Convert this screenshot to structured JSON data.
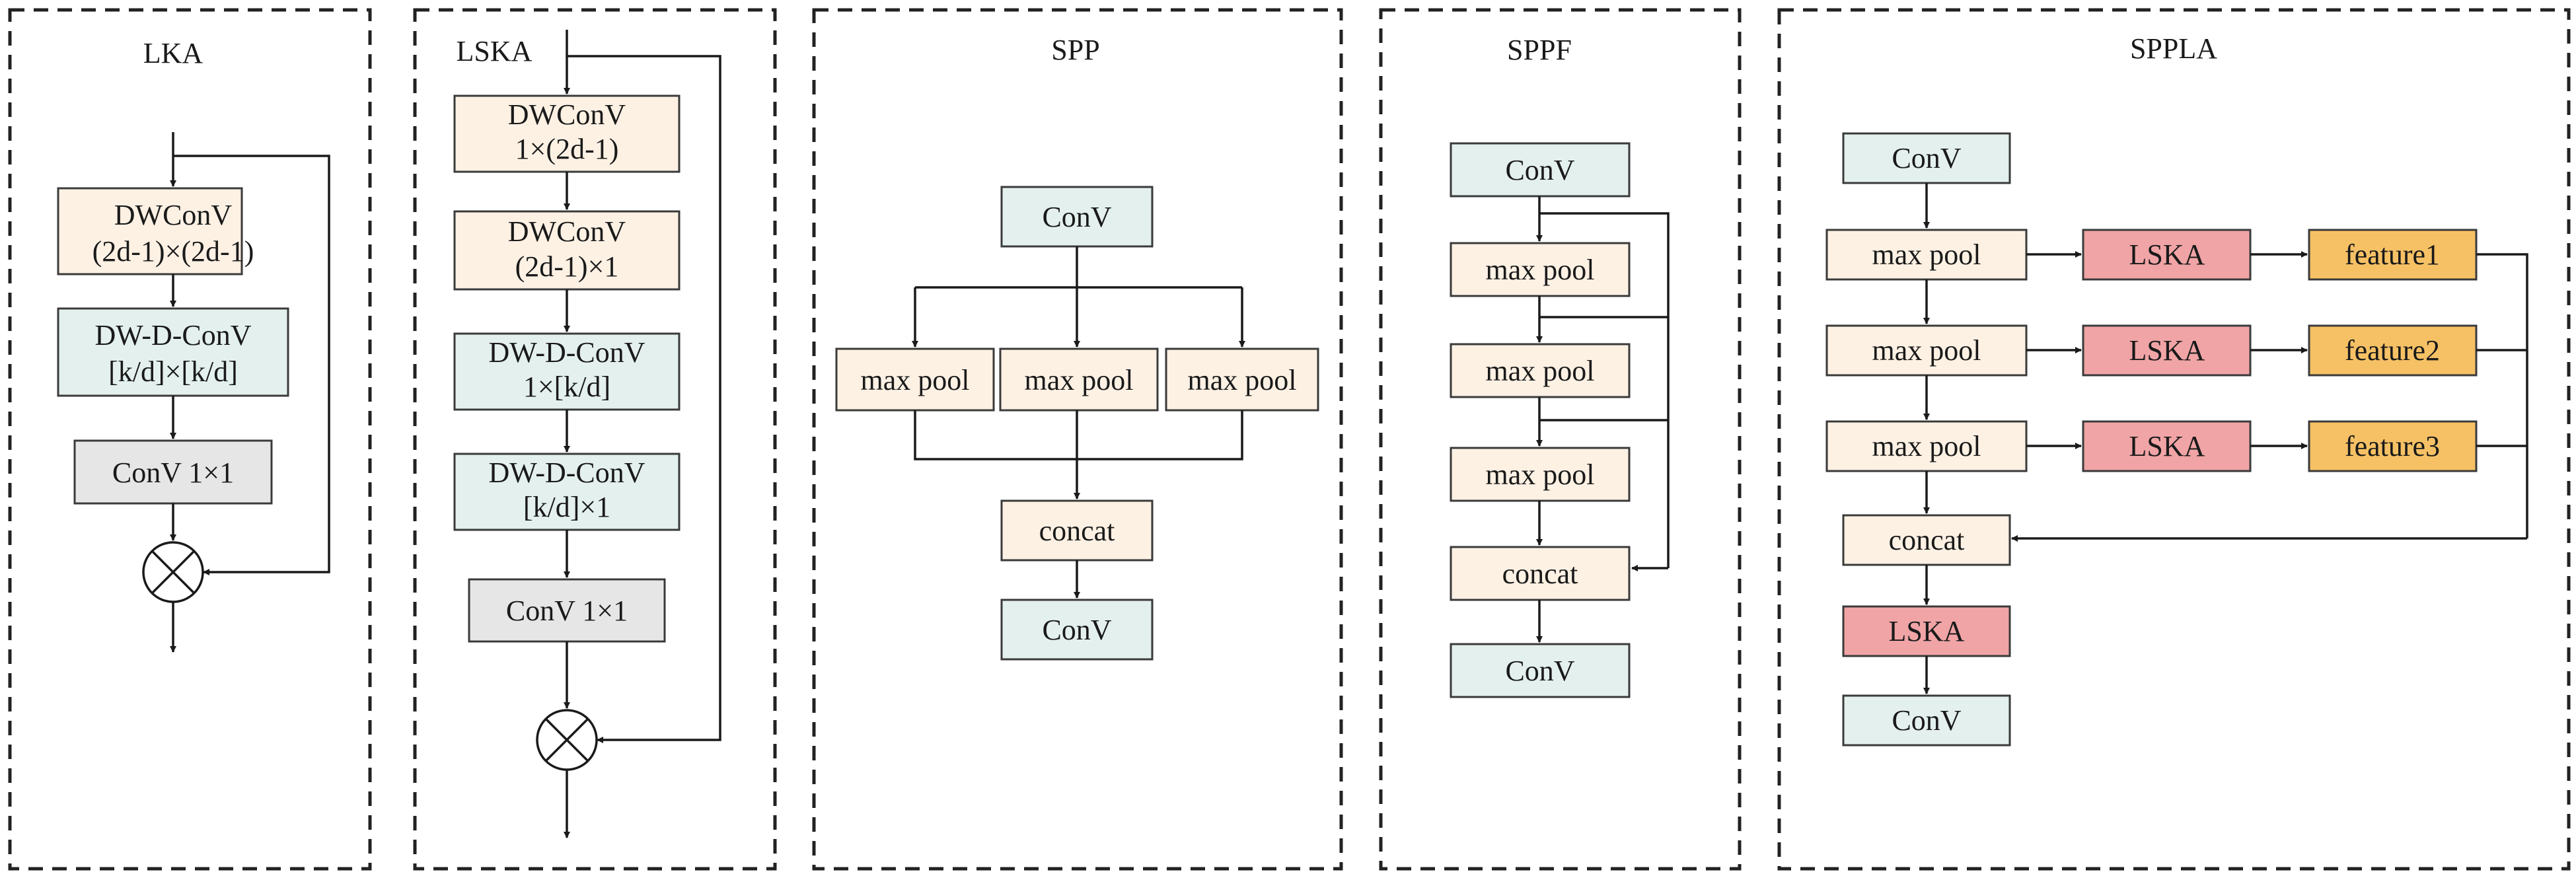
{
  "palette": {
    "peach": "#fdf1e4",
    "teal": "#e3f0ee",
    "gray": "#e6e6e6",
    "pink": "#f0a4a6",
    "orange": "#f6c165"
  },
  "panels": {
    "lka": {
      "title": "LKA",
      "b1": [
        "DWConV",
        "(2d-1)×(2d-1)"
      ],
      "b2": [
        "DW-D-ConV",
        "[k/d]×[k/d]"
      ],
      "b3": "ConV 1×1",
      "multiply_symbol": "⊗"
    },
    "lska": {
      "title": "LSKA",
      "b1": [
        "DWConV",
        "1×(2d-1)"
      ],
      "b2": [
        "DWConV",
        "(2d-1)×1"
      ],
      "b3": [
        "DW-D-ConV",
        "1×[k/d]"
      ],
      "b4": [
        "DW-D-ConV",
        "[k/d]×1"
      ],
      "b5": "ConV 1×1",
      "multiply_symbol": "⊗"
    },
    "spp": {
      "title": "SPP",
      "conv_in": "ConV",
      "pools": [
        "max pool",
        "max pool",
        "max pool"
      ],
      "concat": "concat",
      "conv_out": "ConV"
    },
    "sppf": {
      "title": "SPPF",
      "conv_in": "ConV",
      "pools": [
        "max pool",
        "max pool",
        "max pool"
      ],
      "concat": "concat",
      "conv_out": "ConV"
    },
    "sppla": {
      "title": "SPPLA",
      "conv_in": "ConV",
      "pools": [
        "max pool",
        "max pool",
        "max pool"
      ],
      "lska": [
        "LSKA",
        "LSKA",
        "LSKA"
      ],
      "features": [
        "feature1",
        "feature2",
        "feature3"
      ],
      "concat": "concat",
      "lska_out": "LSKA",
      "conv_out": "ConV"
    }
  }
}
